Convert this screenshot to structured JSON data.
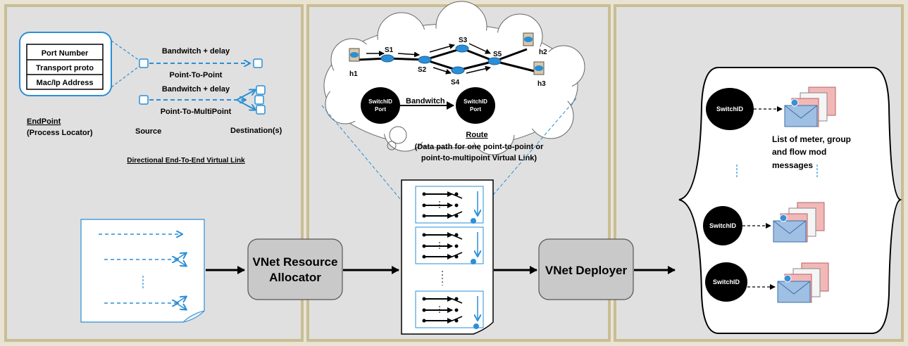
{
  "panel1": {
    "endpoint_fields": [
      "Port Number",
      "Transport proto",
      "Mac/Ip Address"
    ],
    "bw_delay_1": "Bandwitch + delay",
    "p2p": "Point-To-Point",
    "bw_delay_2": "Bandwitch + delay",
    "p2mp": "Point-To-MultiPoint",
    "endpoint_title": "EndPoint",
    "endpoint_sub": "(Process Locator)",
    "source": "Source",
    "destinations": "Destination(s)",
    "link_caption": "Directional End-To-End Virtual Link"
  },
  "panel2": {
    "switches": {
      "s1": "S1",
      "s2": "S2",
      "s3": "S3",
      "s4": "S4",
      "s5": "S5"
    },
    "hosts": {
      "h1": "h1",
      "h2": "h2",
      "h3": "h3"
    },
    "switchid_a": "SwitchID",
    "port_a": "Port",
    "switchid_b": "SwitchID",
    "port_b": "Port",
    "bandwidth": "Bandwitch",
    "route_title": "Route",
    "route_desc_1": "(Data path for one point-to-point or",
    "route_desc_2": "point-to-multipoint Virtual Link)",
    "allocator_1": "VNet Resource",
    "allocator_2": "Allocator",
    "deployer": "VNet Deployer"
  },
  "panel3": {
    "switch_1": "SwitchID",
    "switch_2": "SwitchID",
    "switch_3": "SwitchID",
    "msg_1": "List of meter, group",
    "msg_2": "and flow mod",
    "msg_3": "messages"
  }
}
